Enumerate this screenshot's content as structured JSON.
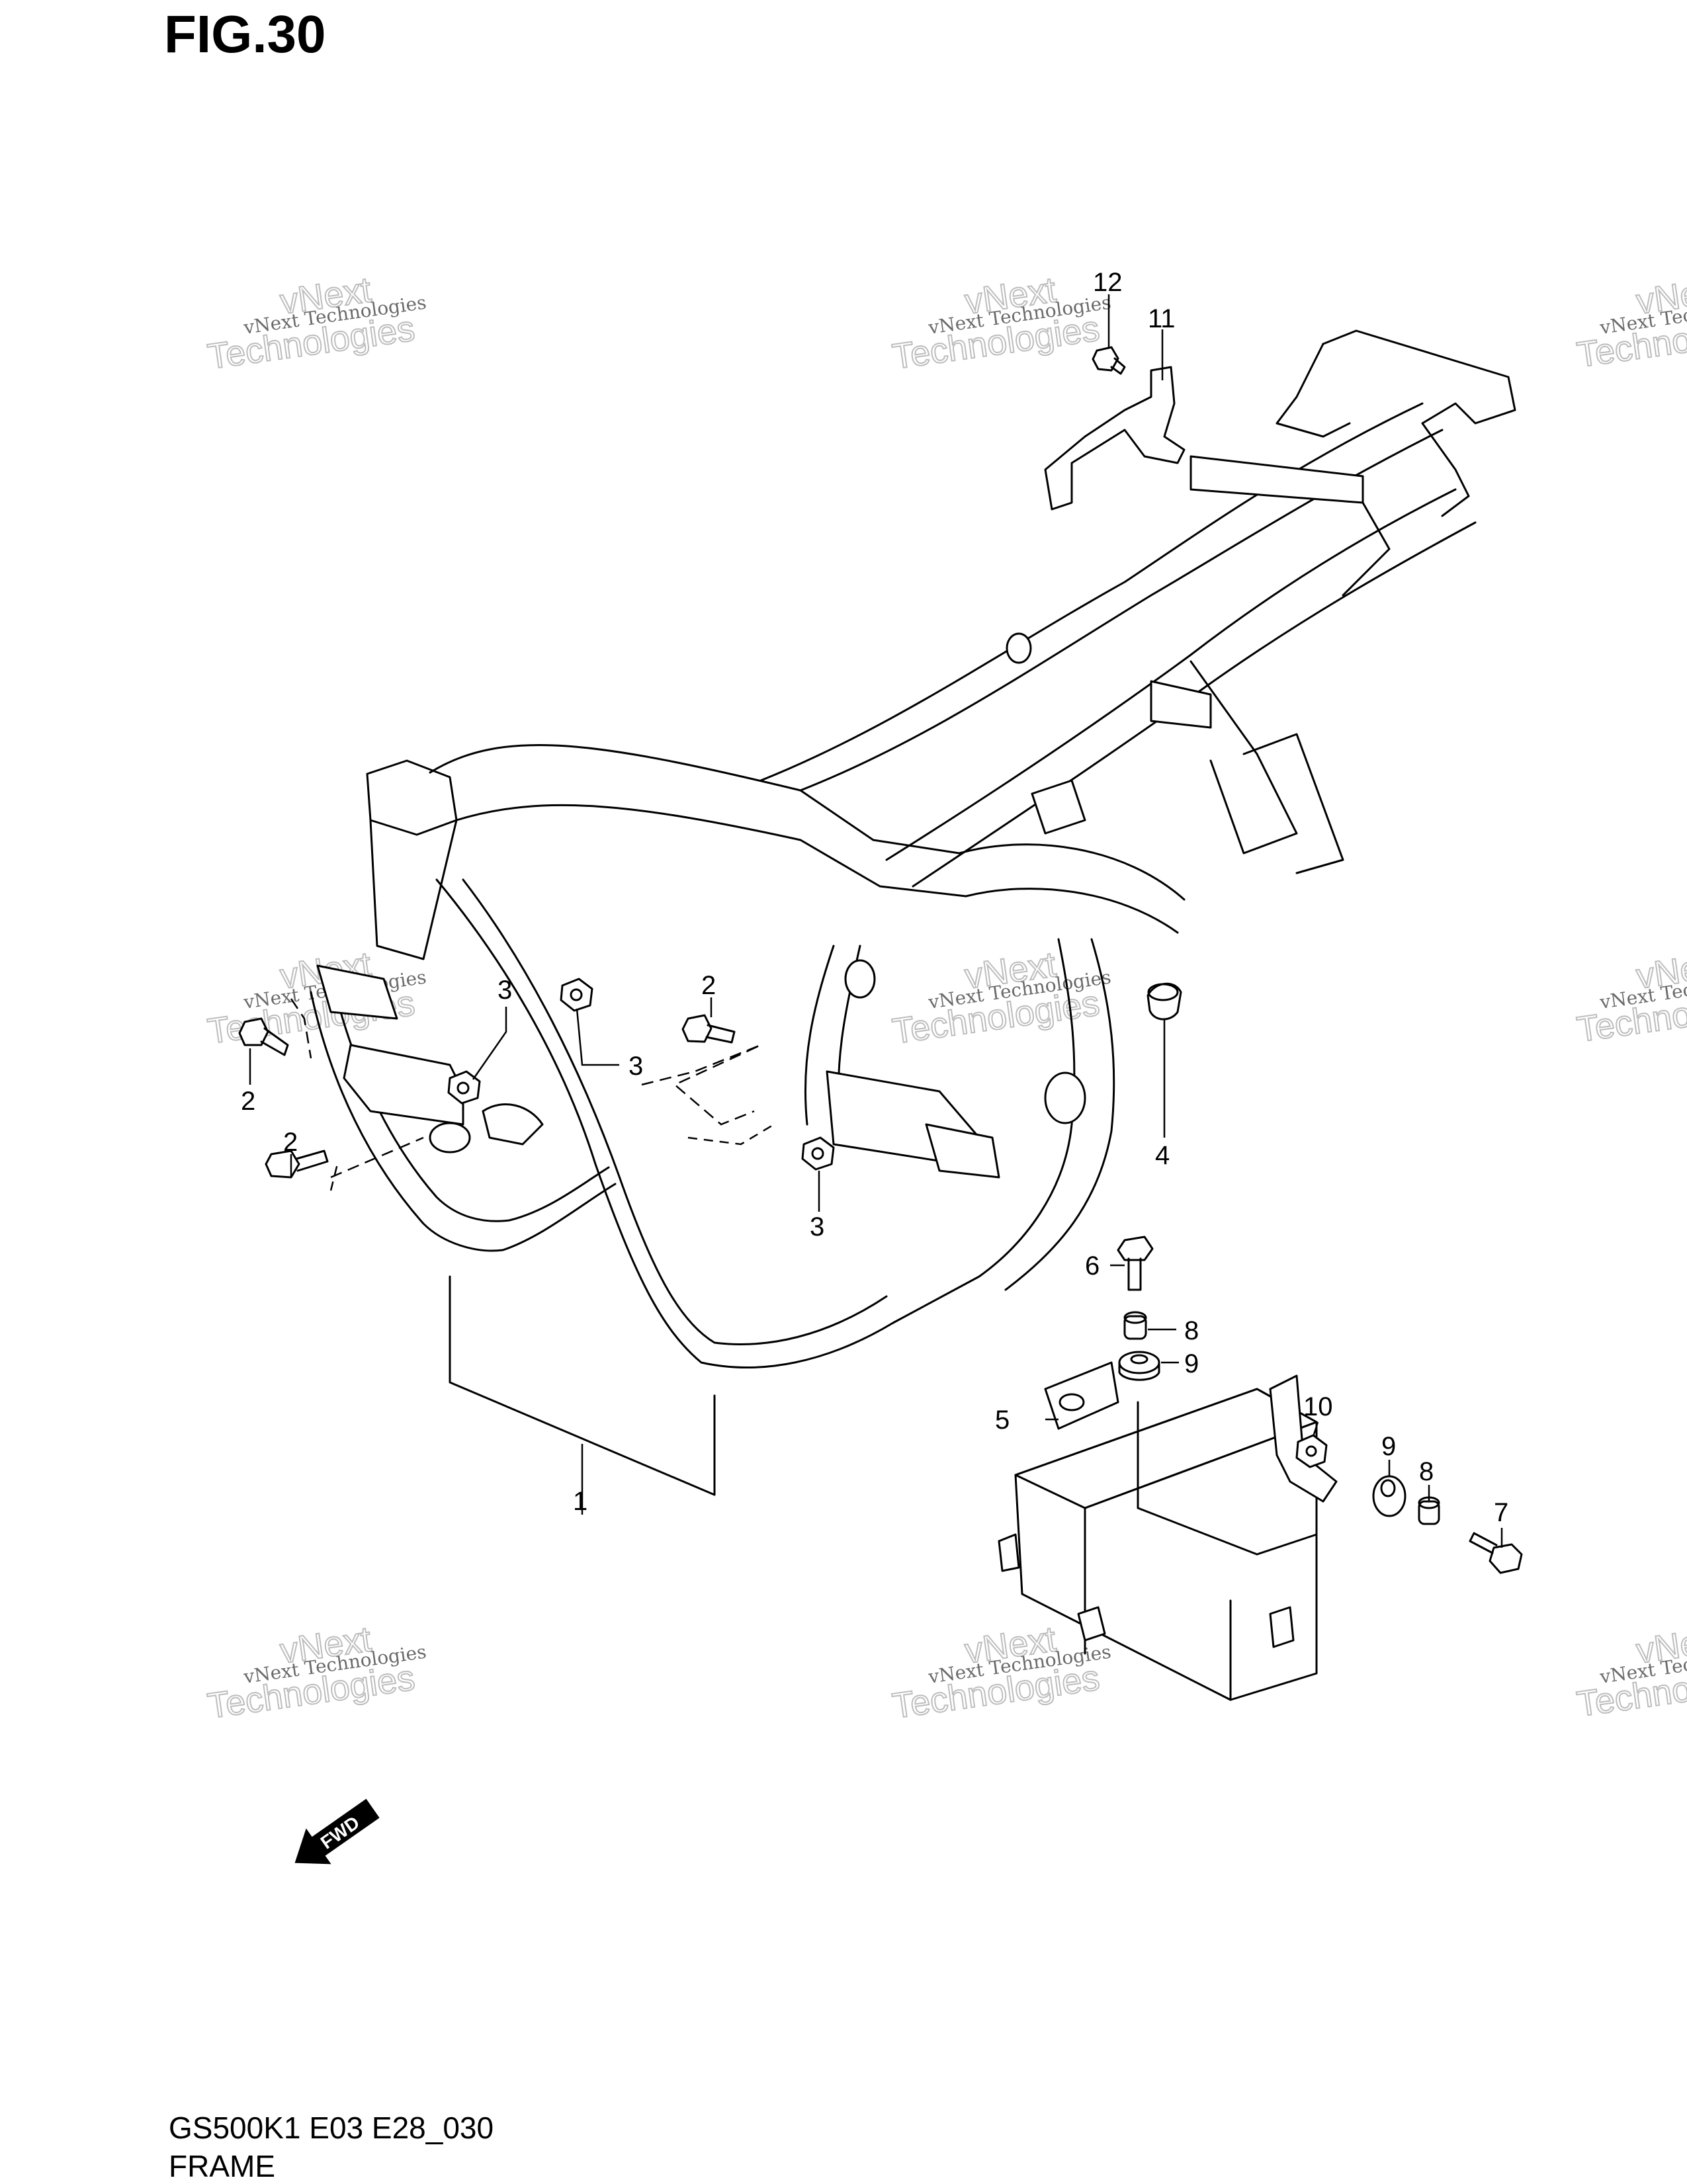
{
  "figure": {
    "title": "FIG.30"
  },
  "footer": {
    "model_code": "GS500K1 E03 E28_030",
    "part_name": "FRAME"
  },
  "fwd_label": "FWD",
  "watermark": {
    "line1": "vNext Technologies",
    "line2": "Technologies",
    "line3": "vNext"
  },
  "callouts": [
    "1",
    "2",
    "2",
    "2",
    "3",
    "3",
    "3",
    "4",
    "5",
    "6",
    "7",
    "8",
    "8",
    "9",
    "9",
    "10",
    "11",
    "12"
  ]
}
